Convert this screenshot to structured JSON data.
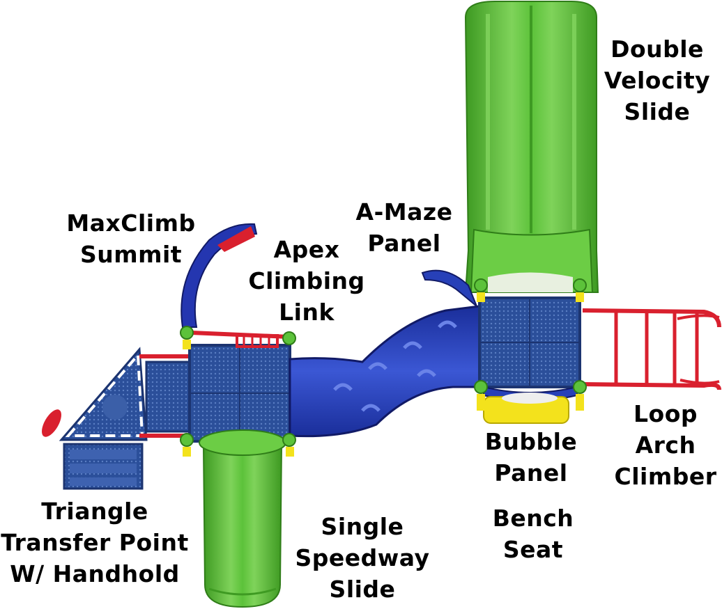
{
  "labels": {
    "double_velocity_slide": [
      "Double",
      "Velocity",
      "Slide"
    ],
    "maxclimb_summit": [
      "MaxClimb",
      "Summit"
    ],
    "apex_climbing_link": [
      "Apex",
      "Climbing",
      "Link"
    ],
    "a_maze_panel": [
      "A-Maze",
      "Panel"
    ],
    "loop_arch_climber": [
      "Loop",
      "Arch",
      "Climber"
    ],
    "bubble_panel": [
      "Bubble",
      "Panel"
    ],
    "bench_seat": [
      "Bench",
      "Seat"
    ],
    "triangle_transfer_point": [
      "Triangle",
      "Transfer Point",
      "W/ Handhold"
    ],
    "single_speedway_slide": [
      "Single",
      "Speedway",
      "Slide"
    ]
  },
  "colors": {
    "slide_green": "#5cc23a",
    "slide_green_dark": "#3e9a22",
    "deck_blue": "#2b4f9a",
    "deck_dark": "#1c3470",
    "tube_blue": "#2740b8",
    "rail_red": "#d9202e",
    "post_yellow": "#f3e21c",
    "label_text": "#000000"
  }
}
